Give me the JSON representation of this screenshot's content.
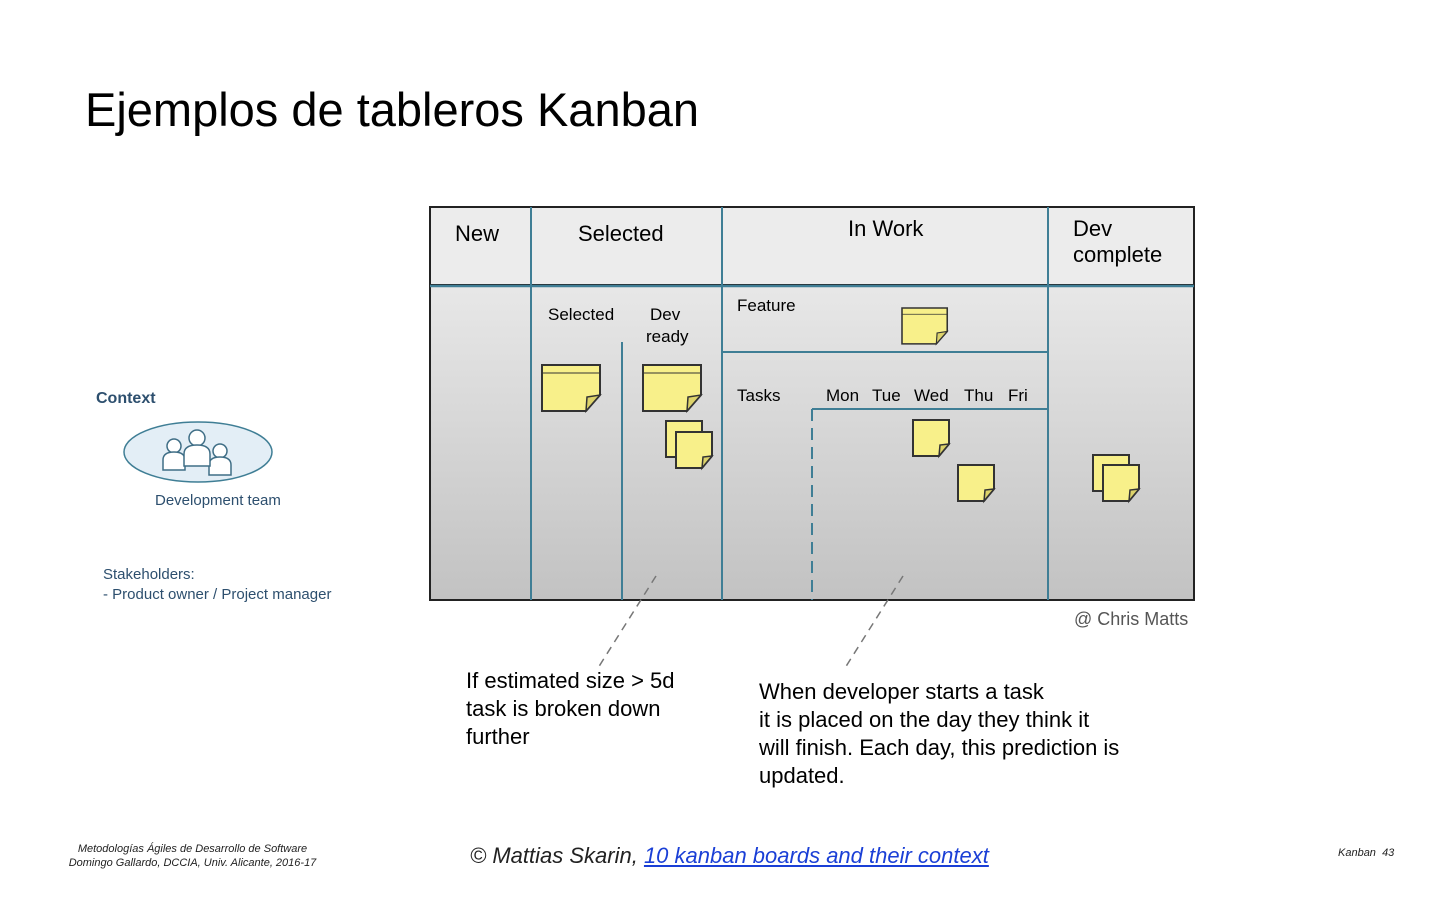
{
  "slide": {
    "title": "Ejemplos de tableros Kanban"
  },
  "context": {
    "label": "Context",
    "team_label": "Development team",
    "stakeholders_title": "Stakeholders:",
    "stakeholders_item": "- Product owner / Project manager"
  },
  "board": {
    "columns": {
      "new": "New",
      "selected": "Selected",
      "in_work": "In Work",
      "dev_complete_1": "Dev",
      "dev_complete_2": "complete"
    },
    "subcolumns": {
      "selected": "Selected",
      "dev_ready_1": "Dev",
      "dev_ready_2": "ready",
      "feature": "Feature",
      "tasks": "Tasks"
    },
    "days": [
      "Mon",
      "Tue",
      "Wed",
      "Thu",
      "Fri"
    ],
    "credit": "@ Chris Matts"
  },
  "notes": {
    "left": [
      "If estimated size > 5d",
      "task is broken down",
      "further"
    ],
    "right": [
      "When developer starts a task",
      "it is placed on the day they think it",
      "will finish. Each day, this prediction is",
      "updated."
    ]
  },
  "footer": {
    "course_line1": "Metodologías Ágiles de Desarrollo de Software",
    "course_line2": "Domingo Gallardo, DCCIA, Univ. Alicante, 2016-17",
    "source_prefix": "© Mattias Skarin, ",
    "source_link": "10 kanban boards and their context",
    "section": "Kanban",
    "page": "43"
  },
  "colors": {
    "board_line": "#3f7e95",
    "sticky": "#f8f08a",
    "text_blue": "#2d4f6e"
  }
}
